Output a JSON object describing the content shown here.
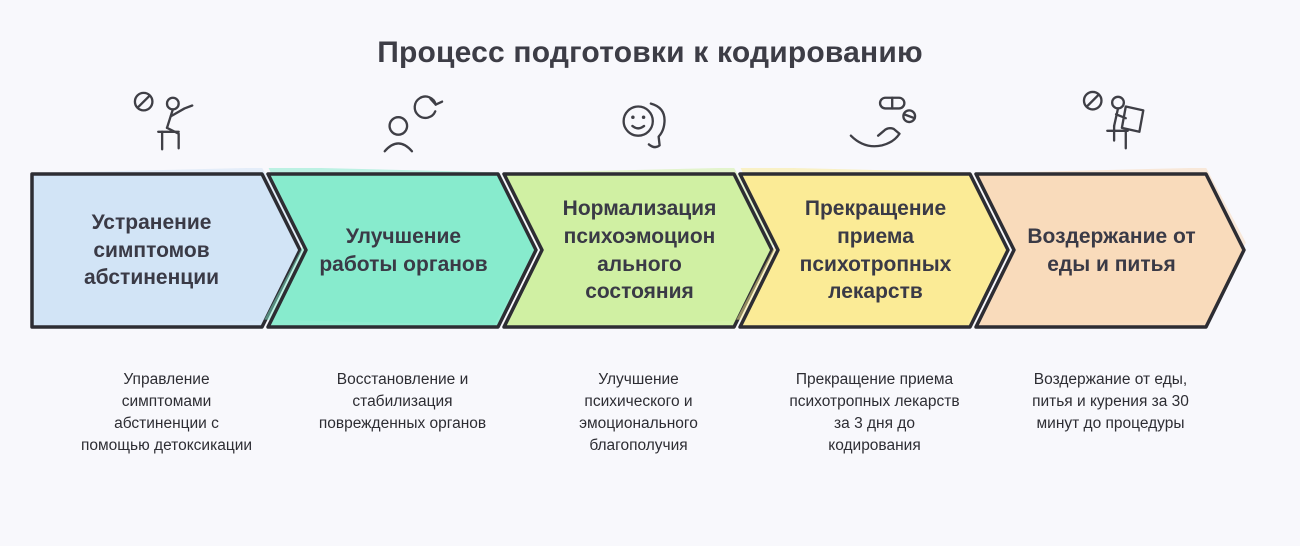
{
  "title": "Процесс подготовки к кодированию",
  "colors": {
    "outline": "#2d2d33",
    "background": "#f8f8fc",
    "heading_text": "#3d3d46",
    "label_text": "#3a3a46",
    "body_text": "#2d2d33"
  },
  "steps": [
    {
      "label": "Устранение симптомов абстиненции",
      "description": "Управление симптомами абстиненции с помощью детоксикации",
      "color": "#cfe2f5",
      "icon": "no-smoking-seated-person-icon"
    },
    {
      "label": "Улучшение работы органов",
      "description": "Восстановление и стабилизация поврежденных органов",
      "color": "#7fe9c9",
      "icon": "person-refresh-icon"
    },
    {
      "label": "Нормализация психоэмоцион ального состояния",
      "description": "Улучшение психического и эмоционального благополучия",
      "color": "#cdef9d",
      "icon": "head-smiley-icon"
    },
    {
      "label": "Прекращение приема психотропных лекарств",
      "description": "Прекращение приема психотропных лекарств за 3 дня до кодирования",
      "color": "#fae98f",
      "icon": "hand-pills-icon"
    },
    {
      "label": "Воздержание от еды и питья",
      "description": "Воздержание от еды, питья и курения за 30 минут до процедуры",
      "color": "#f8d8b6",
      "icon": "no-sign-reading-person-icon"
    }
  ]
}
